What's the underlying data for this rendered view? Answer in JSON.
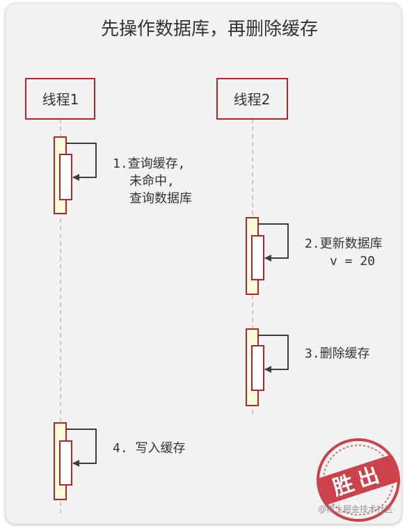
{
  "title": "先操作数据库，再删除缓存",
  "participants": [
    {
      "label": "线程1"
    },
    {
      "label": "线程2"
    }
  ],
  "steps": [
    {
      "lines": [
        "1.查询缓存,",
        "未命中,",
        "查询数据库"
      ]
    },
    {
      "lines": [
        "2.更新数据库",
        "v = 20"
      ]
    },
    {
      "lines": [
        "3.删除缓存"
      ]
    },
    {
      "lines": [
        "4. 写入缓存"
      ]
    }
  ],
  "stamp": {
    "text": "胜出"
  },
  "watermark": "@稀土掘金技术社区",
  "colors": {
    "frame_bg": "#f2f2f2",
    "box_border": "#b0262d",
    "activation_fill": "#fffbdc",
    "arrow": "#3c3c3c",
    "lifeline": "#bbbbbb",
    "text": "#333333",
    "stamp": "#c8303a"
  }
}
